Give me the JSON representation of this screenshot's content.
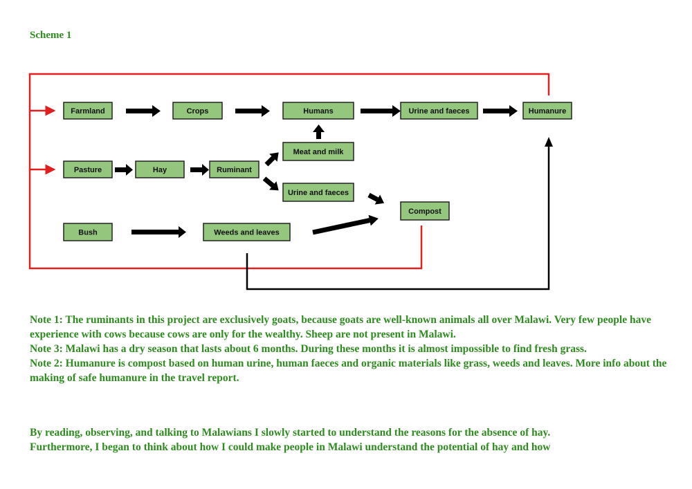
{
  "scheme_title": "Scheme 1",
  "diagram": {
    "nodes": {
      "farmland": "Farmland",
      "crops": "Crops",
      "humans": "Humans",
      "urine_faeces_human": "Urine and faeces",
      "humanure": "Humanure",
      "pasture": "Pasture",
      "hay": "Hay",
      "ruminant": "Ruminant",
      "meat_milk": "Meat and milk",
      "urine_faeces_ruminant": "Urine and faeces",
      "compost": "Compost",
      "bush": "Bush",
      "weeds_leaves": "Weeds and leaves"
    },
    "colors": {
      "box_fill": "#94c67e",
      "box_stroke": "#222222",
      "arrow": "#000000",
      "loop": "#e02020",
      "text_green": "#2e8b1f"
    }
  },
  "notes": [
    "Note 1: The ruminants in this project are exclusively goats, because goats are well-known animals all over Malawi. Very few people have experience with cows because cows are only for the wealthy. Sheep are not present in Malawi.",
    "Note 3: Malawi has a dry season that lasts about 6 months. During these months it is almost impossible to find fresh grass.",
    "Note 2: Humanure is compost based on human urine, human faeces and organic materials like grass, weeds and leaves. More info about the making of safe humanure in the travel report."
  ],
  "body": [
    "By reading, observing, and talking to Malawians I slowly started to understand the reasons for the absence of hay.",
    "Furthermore, I began to think about how I could make people in Malawi understand the potential of hay and how"
  ]
}
